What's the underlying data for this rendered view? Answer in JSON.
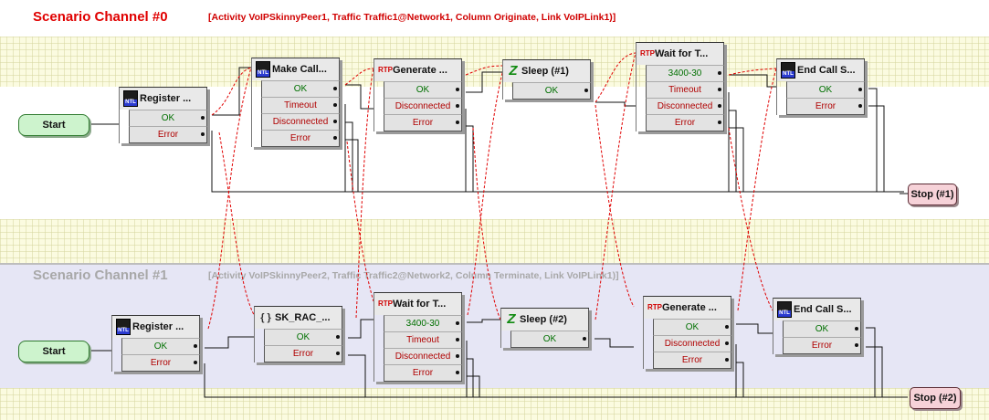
{
  "channels": [
    {
      "title": "Scenario Channel #0",
      "description": "[Activity VoIPSkinnyPeer1, Traffic Traffic1@Network1, Column Originate, Link VoIPLink1)]",
      "start_label": "Start",
      "stop_label": "Stop (#1)",
      "blocks": [
        {
          "icon": "ntl-icon",
          "title": "Register ...",
          "outputs": [
            "OK",
            "Error"
          ]
        },
        {
          "icon": "ntl-icon",
          "title": "Make Call...",
          "outputs": [
            "OK",
            "Timeout",
            "Disconnected",
            "Error"
          ]
        },
        {
          "icon": "rtp-icon",
          "title": "Generate ...",
          "outputs": [
            "OK",
            "Disconnected",
            "Error"
          ]
        },
        {
          "icon": "sleep-icon",
          "title": "Sleep (#1)",
          "outputs": [
            "OK"
          ]
        },
        {
          "icon": "rtp-icon",
          "title": "Wait for T...",
          "outputs": [
            "3400-30",
            "Timeout",
            "Disconnected",
            "Error"
          ]
        },
        {
          "icon": "ntl-icon",
          "title": "End Call S...",
          "outputs": [
            "OK",
            "Error"
          ]
        }
      ]
    },
    {
      "title": "Scenario Channel #1",
      "description": "[Activity VoIPSkinnyPeer2, Traffic Traffic2@Network2, Column Terminate, Link VoIPLink1)]",
      "start_label": "Start",
      "stop_label": "Stop (#2)",
      "blocks": [
        {
          "icon": "ntl-icon",
          "title": "Register ...",
          "outputs": [
            "OK",
            "Error"
          ]
        },
        {
          "icon": "brace-icon",
          "title": "SK_RAC_...",
          "outputs": [
            "OK",
            "Error"
          ]
        },
        {
          "icon": "rtp-icon",
          "title": "Wait for T...",
          "outputs": [
            "3400-30",
            "Timeout",
            "Disconnected",
            "Error"
          ]
        },
        {
          "icon": "sleep-icon",
          "title": "Sleep (#2)",
          "outputs": [
            "OK"
          ]
        },
        {
          "icon": "rtp-icon",
          "title": "Generate ...",
          "outputs": [
            "OK",
            "Disconnected",
            "Error"
          ]
        },
        {
          "icon": "ntl-icon",
          "title": "End Call S...",
          "outputs": [
            "OK",
            "Error"
          ]
        }
      ]
    }
  ],
  "icons": {
    "ntl-icon": "NTL",
    "rtp-icon": "RTP",
    "sleep-icon": "Z",
    "brace-icon": "{ }"
  },
  "colors": {
    "channel0_title": "#e00000",
    "channel1_title": "#a8a8a8",
    "ok_text": "#007000",
    "other_text": "#b00000",
    "sync_link": "#e00000",
    "start_fill": "#cdf3cd",
    "stop_fill": "#f6d2d8"
  }
}
